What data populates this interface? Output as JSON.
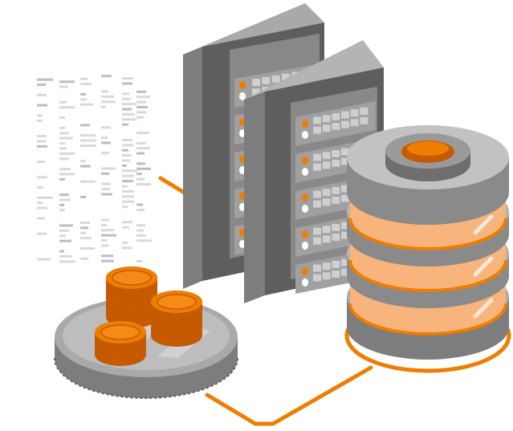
{
  "illustration": {
    "colors": {
      "orange": "#ef7d00",
      "orange_dark": "#c65a00",
      "orange_light": "#f7b47c",
      "gray_dark": "#5e5e5e",
      "gray_mid": "#7d7d7d",
      "gray_light": "#a9a9a9",
      "gray_pale": "#cfcfcf",
      "code_gray": "#d6d6d6"
    },
    "objects": [
      {
        "name": "code-document",
        "kind": "document"
      },
      {
        "name": "server-rack-back",
        "kind": "server"
      },
      {
        "name": "server-rack-front",
        "kind": "server"
      },
      {
        "name": "database-cylinder",
        "kind": "database"
      },
      {
        "name": "coin-platform",
        "kind": "coins"
      },
      {
        "name": "connector-line",
        "kind": "line"
      }
    ]
  }
}
